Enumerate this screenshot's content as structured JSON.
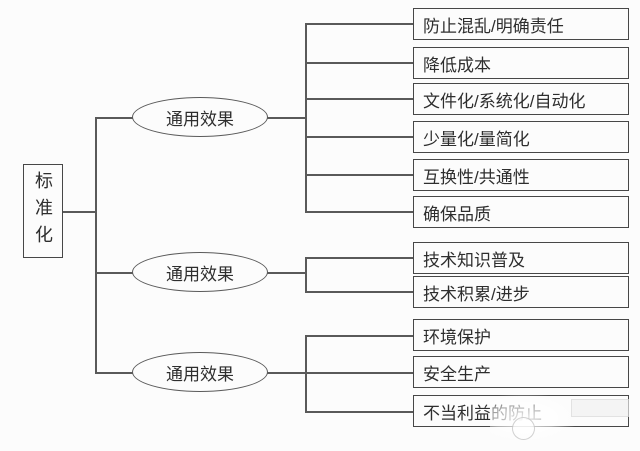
{
  "diagram": {
    "root": {
      "label": "标准化"
    },
    "branches": [
      {
        "label": "通用效果",
        "children": [
          {
            "label": "防止混乱/明确责任"
          },
          {
            "label": "降低成本"
          },
          {
            "label": "文件化/系统化/自动化"
          },
          {
            "label": "少量化/量简化"
          },
          {
            "label": "互换性/共通性"
          },
          {
            "label": "确保品质"
          }
        ]
      },
      {
        "label": "通用效果",
        "children": [
          {
            "label": "技术知识普及"
          },
          {
            "label": "技术积累/进步"
          }
        ]
      },
      {
        "label": "通用效果",
        "children": [
          {
            "label": "环境保护"
          },
          {
            "label": "安全生产"
          },
          {
            "label": "不当利益的防止"
          }
        ]
      }
    ]
  },
  "watermark": {
    "icon": "faded-logo-watermark"
  },
  "colors": {
    "line": "#5a5a5a",
    "box_border": "#474747",
    "text": "#2e2e2e",
    "background": "#fcfcfc"
  }
}
